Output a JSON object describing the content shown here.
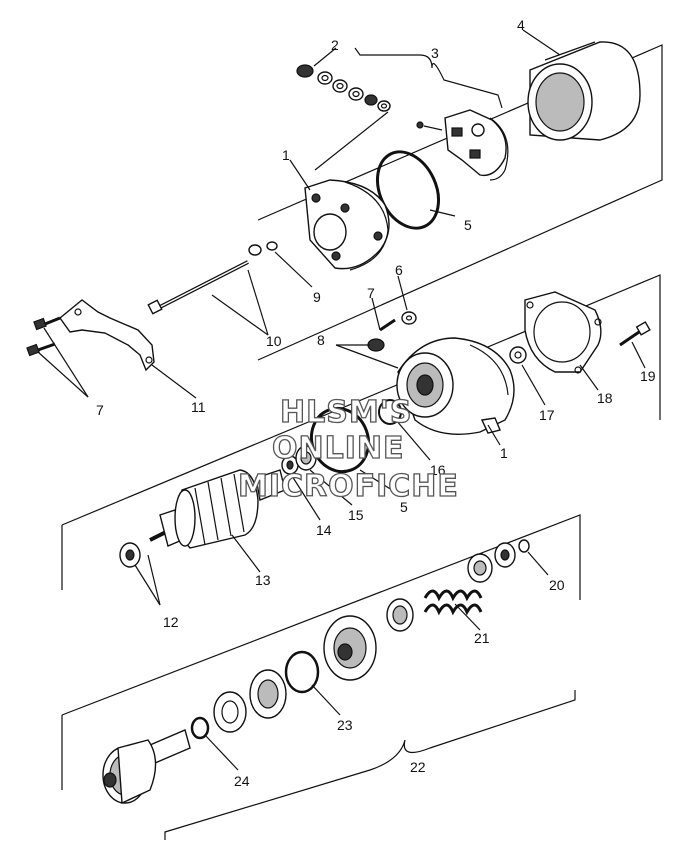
{
  "callouts": {
    "c1a": "1",
    "c2": "2",
    "c3": "3",
    "c4": "4",
    "c5a": "5",
    "c6": "6",
    "c7a": "7",
    "c7b": "7",
    "c8": "8",
    "c9": "9",
    "c10": "10",
    "c11": "11",
    "c12": "12",
    "c13": "13",
    "c14": "14",
    "c15": "15",
    "c16": "16",
    "c5b": "5",
    "c1b": "1",
    "c17": "17",
    "c18": "18",
    "c19": "19",
    "c20": "20",
    "c21": "21",
    "c22": "22",
    "c23": "23",
    "c24": "24"
  },
  "watermark": {
    "line1": "HLSM'S",
    "line2": "ONLINE",
    "line3": "MICROFICHE"
  }
}
